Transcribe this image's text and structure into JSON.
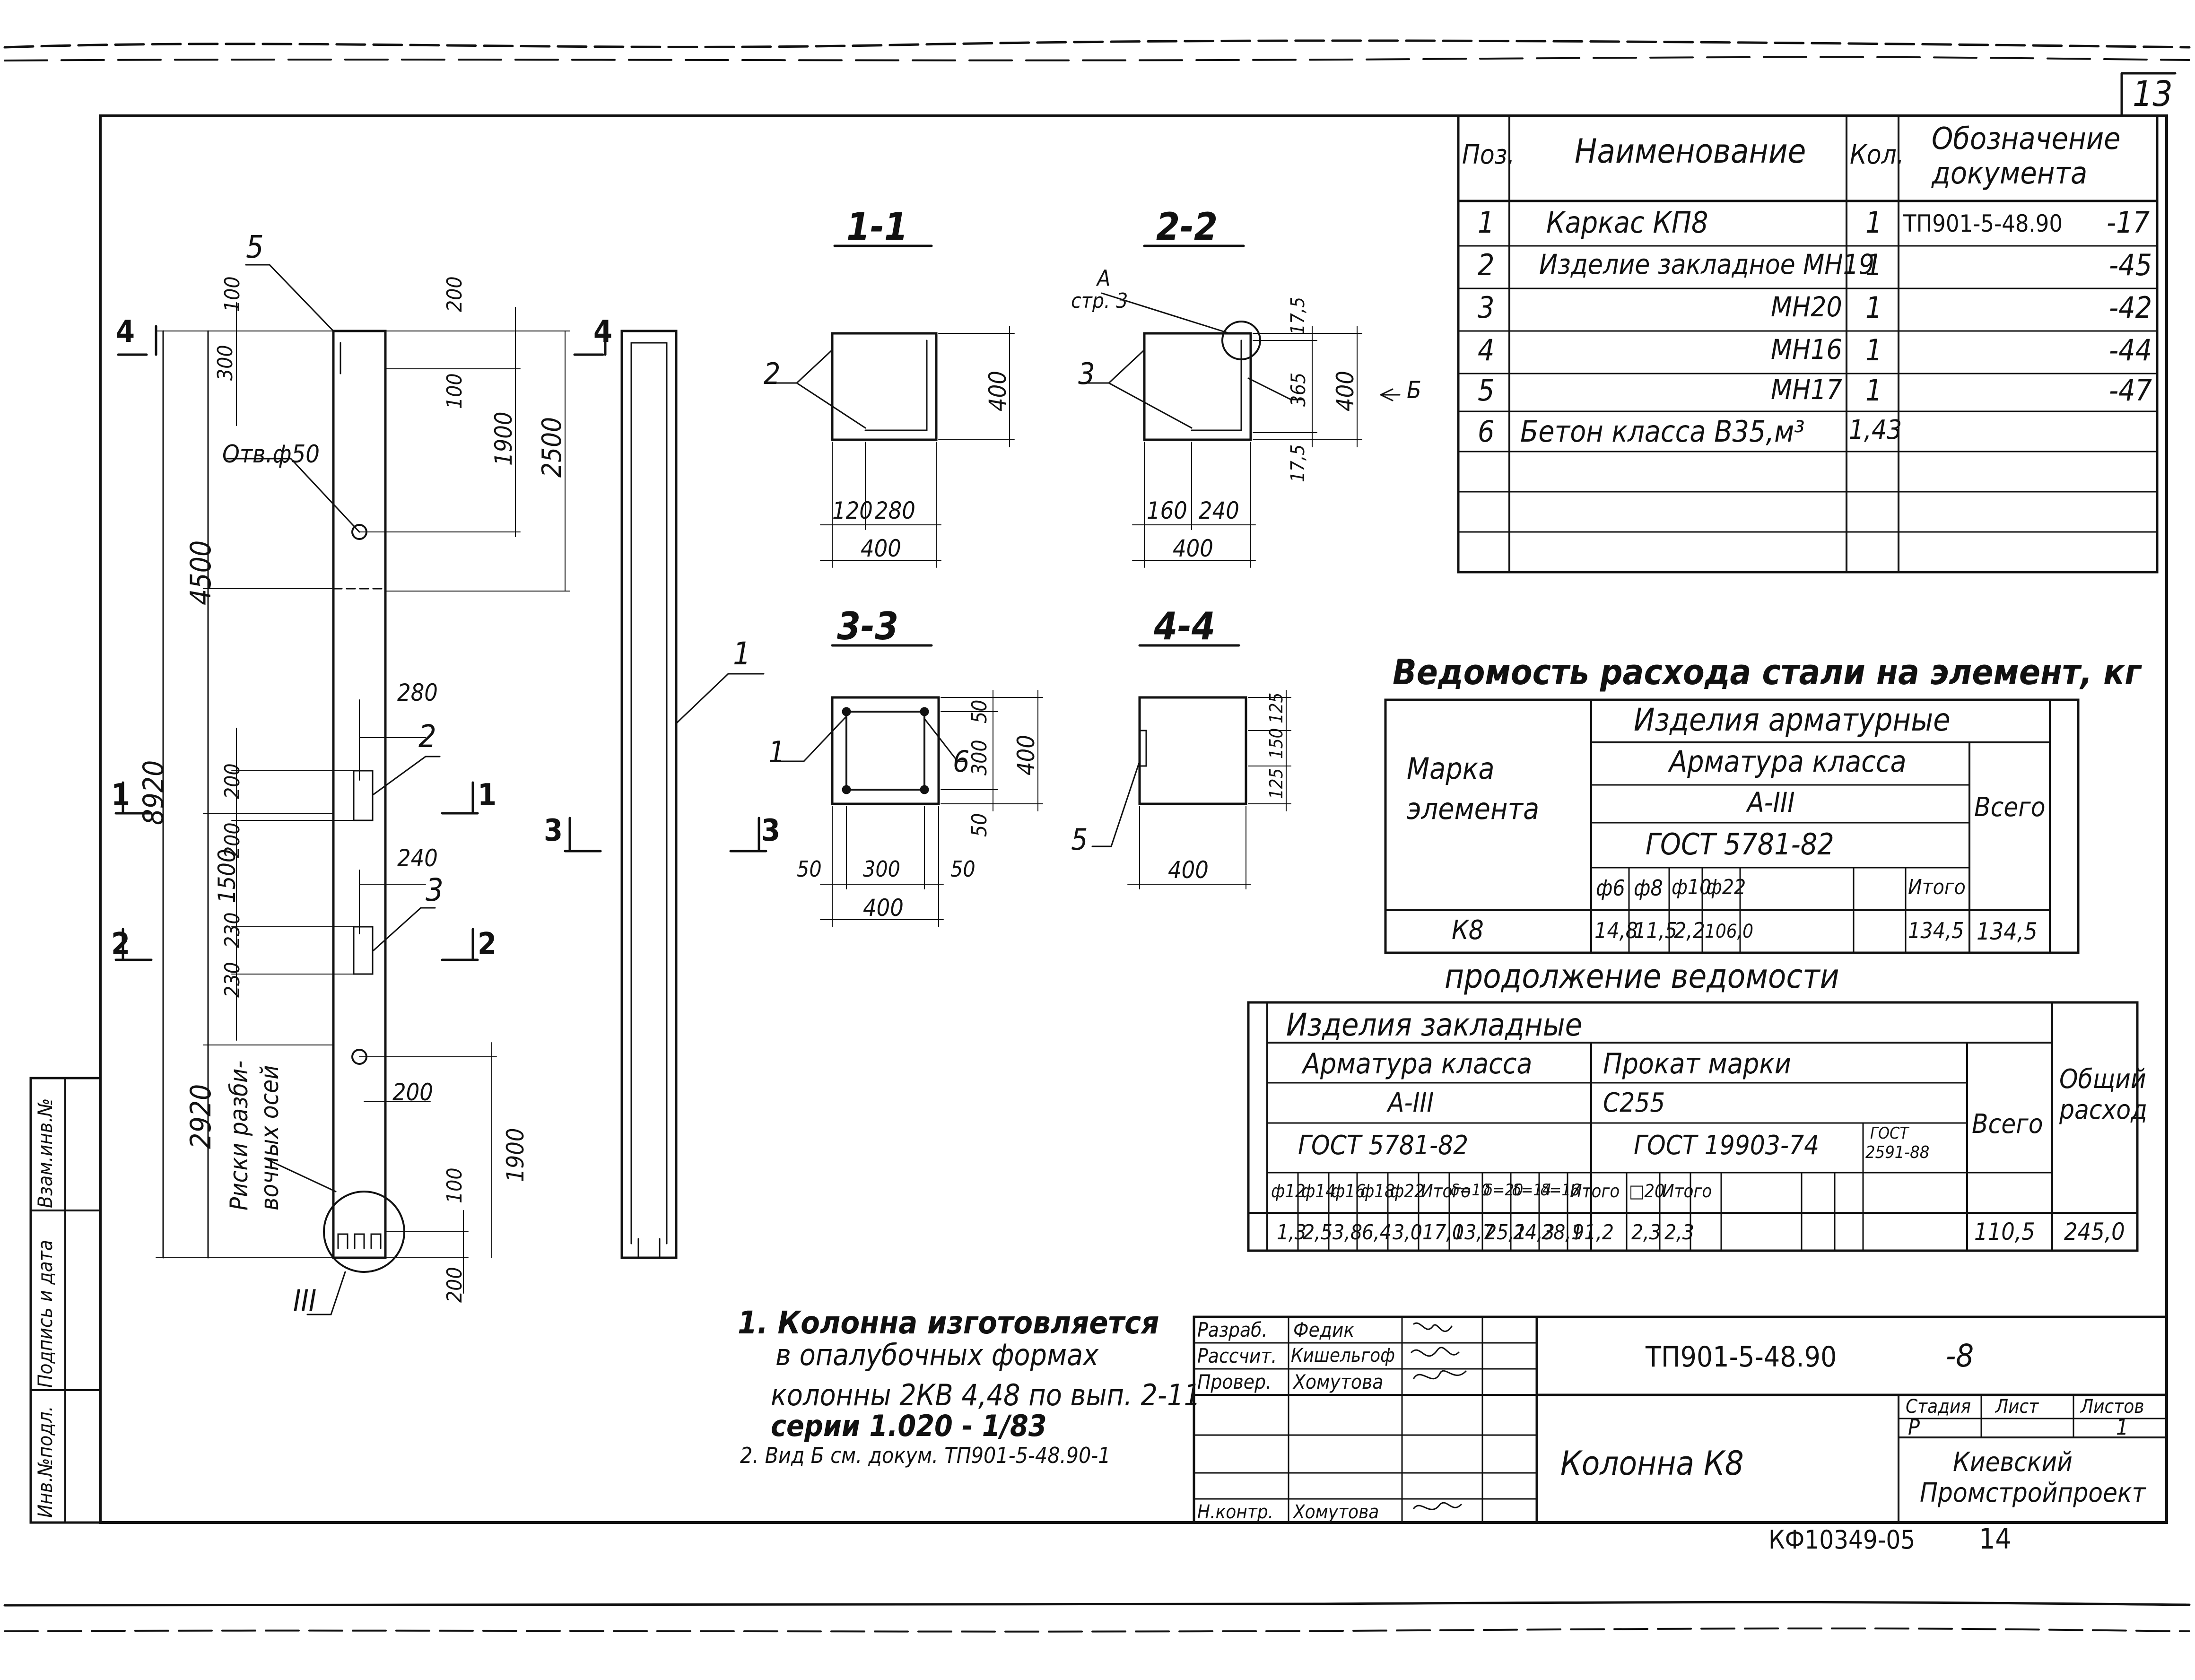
{
  "sheet_number": "13",
  "spec_table": {
    "headers": {
      "pos": "Поз.",
      "name": "Наименование",
      "qty": "Кол.",
      "doc_line1": "Обозначение",
      "doc_line2": "документа"
    },
    "rows": [
      {
        "pos": "1",
        "name": "Каркас   КП8",
        "qty": "1",
        "doc": "ТП901-5-48.90",
        "suffix": "-17"
      },
      {
        "pos": "2",
        "name": "Изделие  закладное МН19",
        "qty": "1",
        "doc": "",
        "suffix": "-45"
      },
      {
        "pos": "3",
        "name": "МН20",
        "qty": "1",
        "doc": "",
        "suffix": "-42"
      },
      {
        "pos": "4",
        "name": "МН16",
        "qty": "1",
        "doc": "",
        "suffix": "-44"
      },
      {
        "pos": "5",
        "name": "МН17",
        "qty": "1",
        "doc": "",
        "suffix": "-47"
      },
      {
        "pos": "6",
        "name": "Бетон  класса В35,м³",
        "qty": "1,43",
        "doc": "",
        "suffix": ""
      }
    ]
  },
  "section_labels": {
    "s11": "1-1",
    "s22": "2-2",
    "s33": "3-3",
    "s44": "4-4"
  },
  "section_dims": {
    "s11": {
      "a": "120",
      "b": "280",
      "total": "400",
      "h": "400",
      "pos": "2"
    },
    "s22": {
      "a": "160",
      "b": "240",
      "total": "400",
      "h": "400",
      "t1": "17,5",
      "t2": "365",
      "t3": "17,5",
      "pos": "3",
      "callout1": "А",
      "callout2": "стр. 3",
      "arrow_label": "Б"
    },
    "s33": {
      "a": "50",
      "b": "300",
      "c": "50",
      "total": "400",
      "v1": "50",
      "v2": "300",
      "v3": "50",
      "h": "400",
      "pos1": "1",
      "pos6": "6"
    },
    "s44": {
      "w": "400",
      "v1": "125",
      "v2": "150",
      "v3": "125",
      "pos": "5"
    }
  },
  "column": {
    "total": "8920",
    "upper": "4500",
    "mid": "1500",
    "lower": "2920",
    "dims": [
      "100",
      "300",
      "200",
      "100",
      "1900",
      "2500",
      "280",
      "200",
      "200",
      "240",
      "230",
      "230",
      "200",
      "1900",
      "100",
      "200"
    ],
    "hole_label": "Отв.ф50",
    "axis_note_line1": "Риски разби-",
    "axis_note_line2": "вочных осей",
    "callouts": [
      "5",
      "2",
      "3",
      "1",
      "III"
    ],
    "section_marks": [
      "4",
      "4",
      "1",
      "1",
      "2",
      "2",
      "3",
      "3"
    ]
  },
  "steel_title": "Ведомость   расхода   стали  на  элемент, кг",
  "steel_table1": {
    "mark_header_line1": "Марка",
    "mark_header_line2": "элемента",
    "group1": "Изделия   арматурные",
    "group2": "Арматура  класса",
    "class": "А-III",
    "gost": "ГОСТ  5781-82",
    "total_header": "Всего",
    "cols": [
      "ф6",
      "ф8",
      "ф10",
      "ф22",
      "",
      "Итого"
    ],
    "row_mark": "К8",
    "values": [
      "14,8",
      "11,5",
      "2,2",
      "106,0",
      "",
      "134,5"
    ],
    "total": "134,5"
  },
  "continuation_title": "продолжение   ведомости",
  "steel_table2": {
    "group": "Изделия        закладные",
    "armature_class_header": "Арматура  класса",
    "rolled_header": "Прокат  марки",
    "class": "А-III",
    "rolled_mark": "С255",
    "gost1": "ГОСТ  5781-82",
    "gost2": "ГОСТ  19903-74",
    "gost3_line1": "ГОСТ",
    "gost3_line2": "2591-88",
    "total_header": "Всего",
    "overall_header_line1": "Общий",
    "overall_header_line2": "расход",
    "cols": [
      "ф12",
      "ф14",
      "ф16",
      "ф18",
      "ф22",
      "Итого",
      "δ=10",
      "δ=20",
      "δ=14",
      "δ=16",
      "Итого",
      "□20",
      "Итого"
    ],
    "values": [
      "1,3",
      "2,5",
      "3,8",
      "6,4",
      "3,0",
      "17,0",
      "13,7",
      "25,1",
      "24,3",
      "28,1",
      "91,2",
      "2,3",
      "2,3"
    ],
    "total": "110,5",
    "overall": "245,0"
  },
  "notes": [
    "1. Колонна  изготовляется",
    "в опалубочных  формах",
    "колонны  2КВ 4,48  по вып. 2-11",
    "серии  1.020 - 1/83",
    "2. Вид Б см.  докум. ТП901-5-48.90-1"
  ],
  "title_block": {
    "roles": [
      "Разраб.",
      "Рассчит.",
      "Провер.",
      "",
      "",
      "",
      "Н.контр."
    ],
    "names": [
      "Федик",
      "Кишельгоф",
      "Хомутова",
      "",
      "",
      "",
      "Хомутова"
    ],
    "doc_code": "ТП901-5-48.90",
    "sheet_code": "-8",
    "item_name": "Колонна   К8",
    "stage_header": "Стадия",
    "sheet_header": "Лист",
    "sheets_header": "Листов",
    "stage": "Р",
    "sheets": "1",
    "org_line1": "Киевский",
    "org_line2": "Промстройпроект"
  },
  "side_stamp": [
    "Инв.№подл.",
    "Подпись и дата",
    "Взам.инв.№"
  ],
  "archive_code": "КФ10349-05",
  "archive_page": "14"
}
